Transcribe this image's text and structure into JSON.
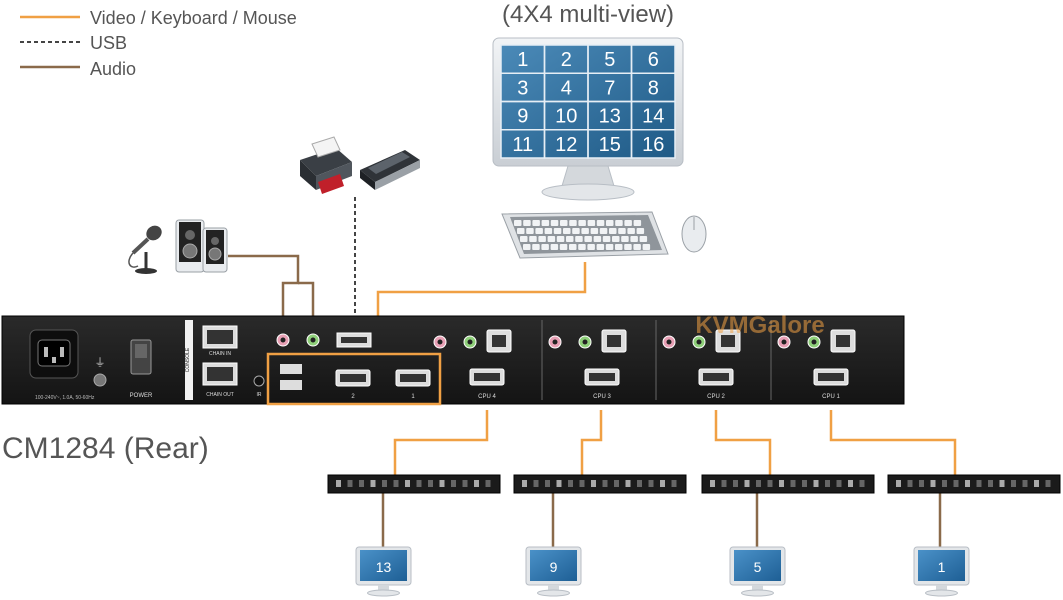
{
  "legend": {
    "video_label": "Video / Keyboard / Mouse",
    "usb_label": "USB",
    "audio_label": "Audio"
  },
  "monitor": {
    "title": "(4X4 multi-view)",
    "cells": [
      "1",
      "2",
      "5",
      "6",
      "3",
      "4",
      "7",
      "8",
      "9",
      "10",
      "13",
      "14",
      "11",
      "12",
      "15",
      "16"
    ]
  },
  "device": {
    "title": "CM1284 (Rear)",
    "watermark": "KVMGalore",
    "power_label": "POWER",
    "console_label": "CONSOLE",
    "chain_in_label": "CHAIN IN",
    "chain_out_label": "CHAIN OUT",
    "ir_label": "IR",
    "rating_label": "100-240V~, 1.0A, 50-60Hz",
    "hdmi_port_2": "2",
    "hdmi_port_1": "1",
    "cpu_labels": [
      "CPU 4",
      "CPU 3",
      "CPU 2",
      "CPU 1"
    ]
  },
  "chain": {
    "monitor_numbers": [
      "13",
      "9",
      "5",
      "1"
    ]
  },
  "colors": {
    "video_line": "#f0a044",
    "usb_line": "#444444",
    "audio_line": "#8a6a4a",
    "panel": "#1d1d1d",
    "screen_blue": "#2d6d9b"
  }
}
